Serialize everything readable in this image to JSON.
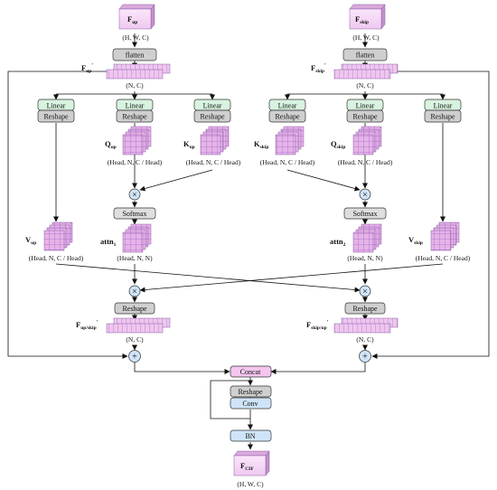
{
  "inputs": {
    "f_up": {
      "main": "F",
      "sub": "up"
    },
    "f_skip": {
      "main": "F",
      "sub": "skip"
    },
    "shape_hwc": "(H,  W,  C)"
  },
  "flatten_label": "flatten",
  "tokens": {
    "f_up_prime": {
      "main": "F",
      "sub": "up",
      "sup": "′"
    },
    "f_skip_prime": {
      "main": "F",
      "sub": "skip",
      "sup": "′"
    },
    "shape_nc": "(N,  C)"
  },
  "linear_label": "Linear",
  "reshape_label": "Reshape",
  "heads": {
    "q_up": {
      "main": "Q",
      "sub": "up"
    },
    "k_up": {
      "main": "K",
      "sub": "up"
    },
    "k_skip": {
      "main": "K",
      "sub": "skip"
    },
    "q_skip": {
      "main": "Q",
      "sub": "skip"
    },
    "shape_head": "(Head,   N,   C / Head)"
  },
  "multiply_symbol": "×",
  "add_symbol": "+",
  "softmax_label": "Softmax",
  "values": {
    "v_up": {
      "main": "V",
      "sub": "up"
    },
    "v_skip": {
      "main": "V",
      "sub": "skip"
    }
  },
  "attn": {
    "attn1": {
      "main": "attn",
      "sub": "1"
    },
    "attn2": {
      "main": "attn",
      "sub": "2"
    },
    "shape_attn": "(Head,   N,   N)"
  },
  "outputs": {
    "f_up_skip": {
      "main": "F",
      "sub": "up/skip",
      "sup": "′"
    },
    "f_skip_up": {
      "main": "F",
      "sub": "skip/up",
      "sup": "′"
    }
  },
  "fusion": {
    "concat_label": "Concat",
    "reshape_label": "Reshape",
    "conv_label": "Conv",
    "bn_label": "BN",
    "f_cif": {
      "main": "F",
      "sub": "CIF"
    },
    "shape_hwc": "(H,  W,  C)"
  },
  "colors": {
    "grid_pink": "#e7b3e8",
    "grid_purple": "#9e6dc8",
    "linear_green": "#d8f3df",
    "reshape_gray": "#cfcfcf",
    "softmax_gray": "#dedede",
    "concat_pink": "#f4c6ee",
    "conv_blue": "#cfe4f8"
  }
}
